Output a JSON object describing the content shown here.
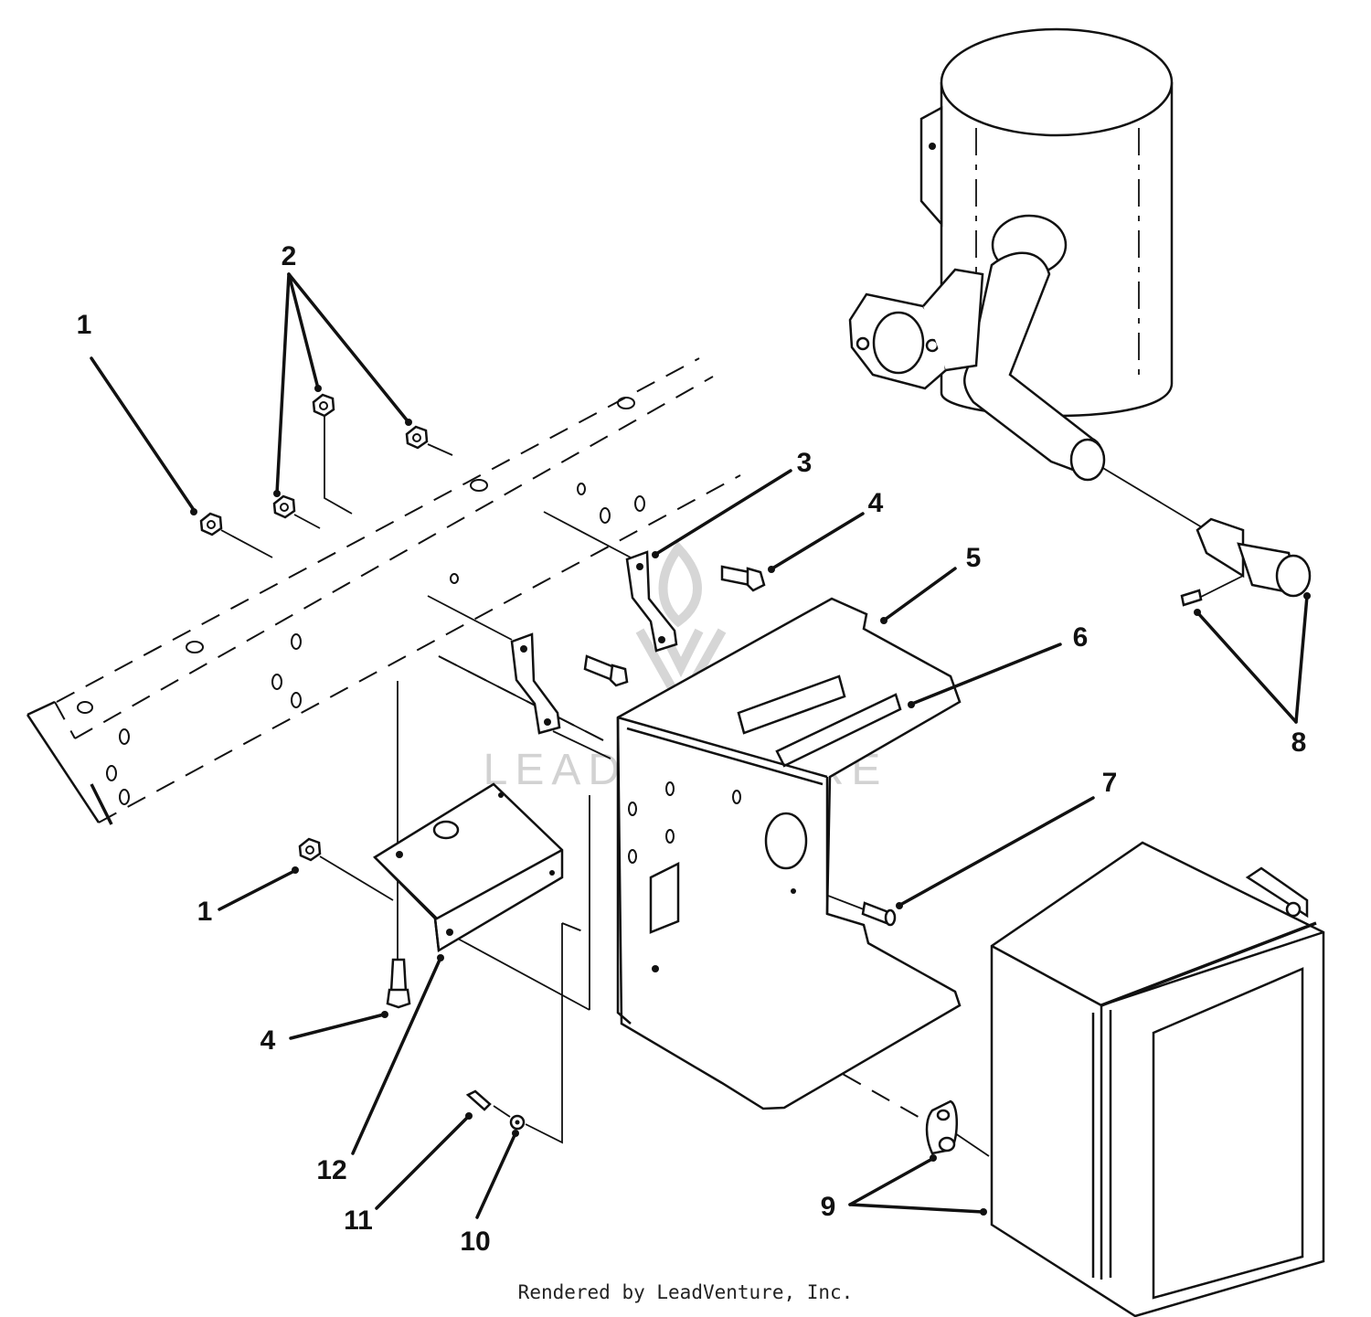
{
  "callouts": {
    "c1a": "1",
    "c1b": "1",
    "c2": "2",
    "c3": "3",
    "c4a": "4",
    "c4b": "4",
    "c5": "5",
    "c6": "6",
    "c7": "7",
    "c8": "8",
    "c9": "9",
    "c10": "10",
    "c11": "11",
    "c12": "12"
  },
  "watermark": "LEADVENTURE",
  "footer": "Rendered by LeadVenture, Inc."
}
